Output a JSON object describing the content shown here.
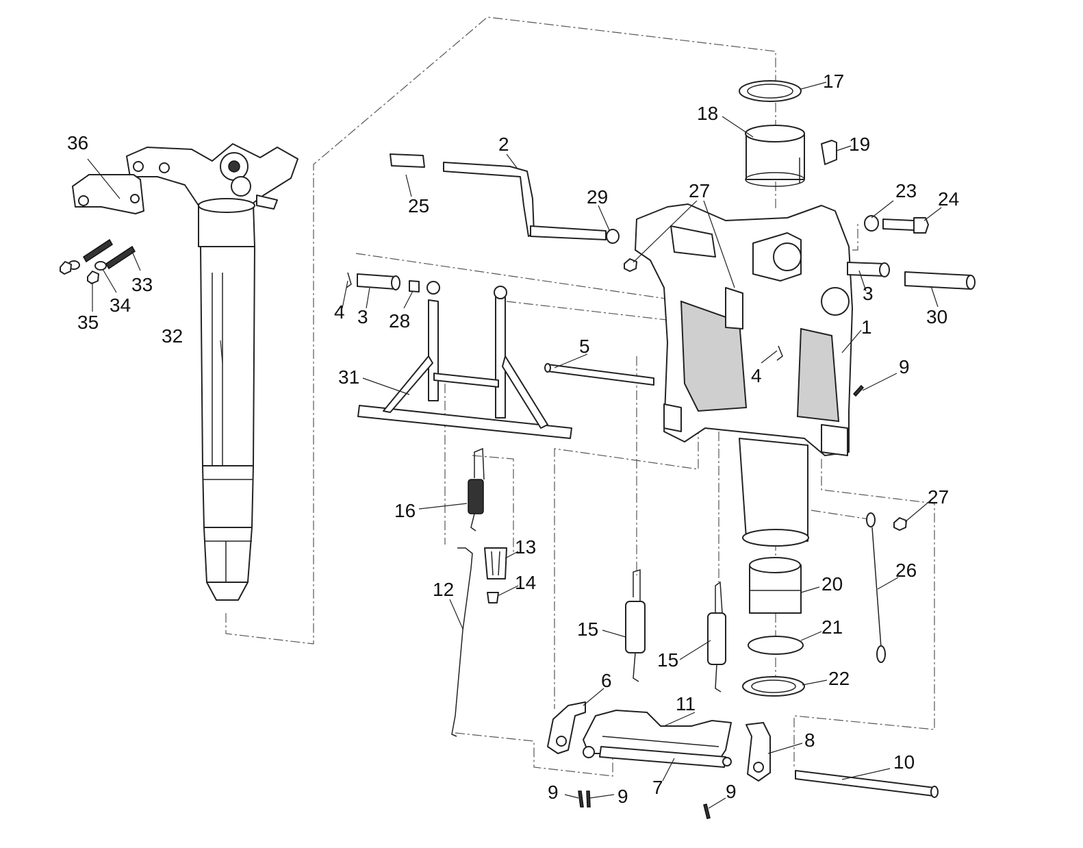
{
  "diagram": {
    "part_numbers": {
      "p1": "1",
      "p2": "2",
      "p3a": "3",
      "p3b": "3",
      "p4a": "4",
      "p4b": "4",
      "p5": "5",
      "p6": "6",
      "p7": "7",
      "p8": "8",
      "p9a": "9",
      "p9b": "9",
      "p9c": "9",
      "p9d": "9",
      "p10": "10",
      "p11": "11",
      "p12": "12",
      "p13": "13",
      "p14": "14",
      "p15a": "15",
      "p15b": "15",
      "p16": "16",
      "p17": "17",
      "p18": "18",
      "p19": "19",
      "p20": "20",
      "p21": "21",
      "p22": "22",
      "p23": "23",
      "p24": "24",
      "p25": "25",
      "p26": "26",
      "p27a": "27",
      "p27b": "27",
      "p28": "28",
      "p29": "29",
      "p30": "30",
      "p31": "31",
      "p32": "32",
      "p33": "33",
      "p34": "34",
      "p35": "35",
      "p36": "36"
    }
  }
}
